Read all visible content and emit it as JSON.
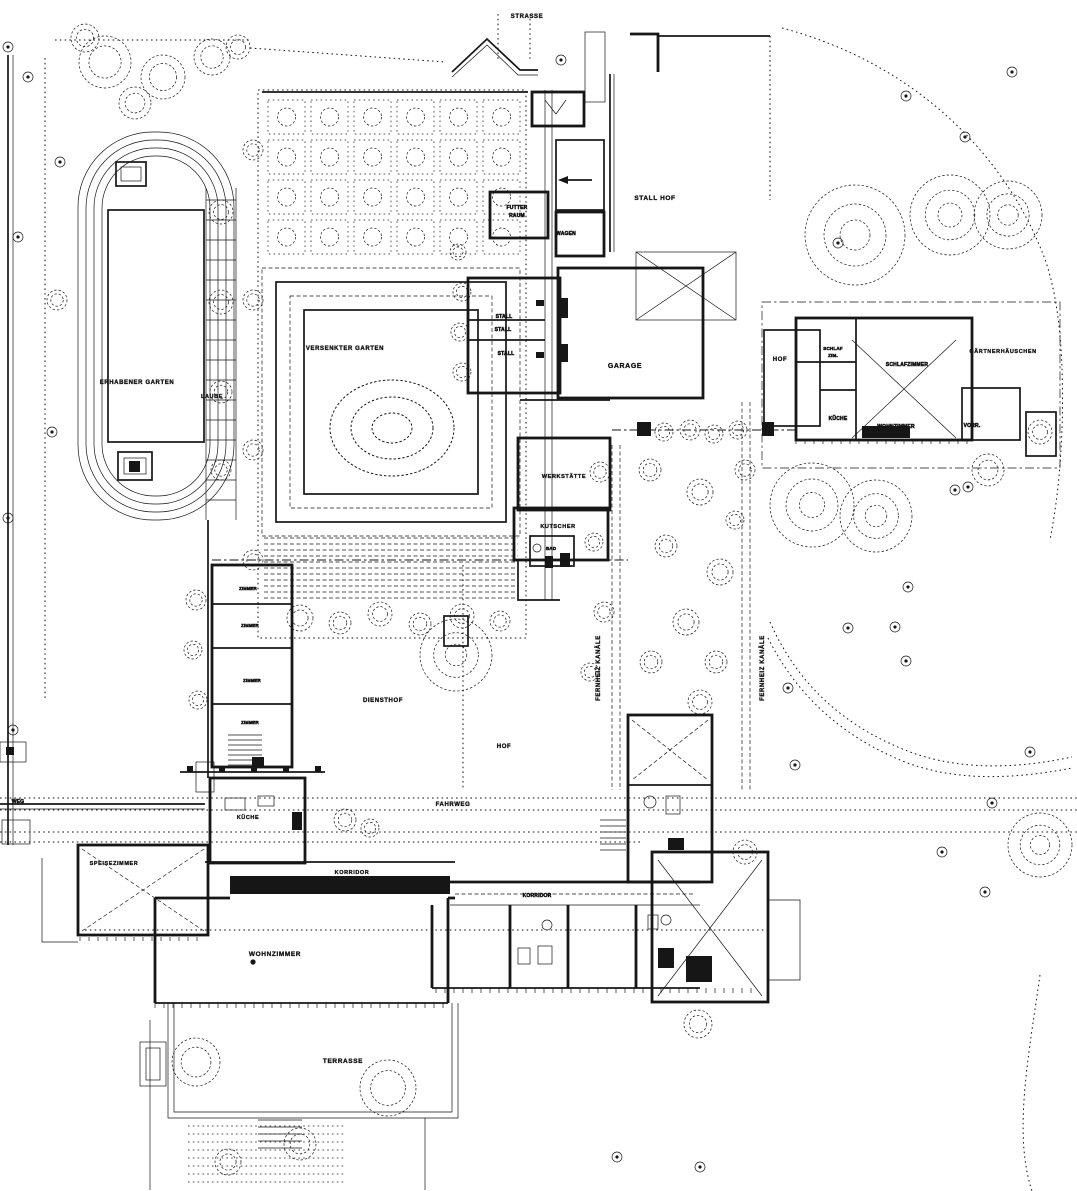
{
  "drawing": "site-plan",
  "colors": {
    "ink": "#161616",
    "paper": "#ffffff"
  },
  "labels": {
    "strasse": "STRASSE",
    "stall_hof": "STALL HOF",
    "futter_line1": "FUTTER",
    "futter_line2": "RAUM",
    "wagen": "WAGEN",
    "stall_1": "STALL",
    "stall_2": "STALL",
    "stall_3": "STALL",
    "garage": "GARAGE",
    "versenkter_garten": "VERSENKTER GARTEN",
    "erhabener_garten": "ERHABENER GARTEN",
    "laube": "LAUBE",
    "gaertnerhaeuschen": "GÄRTNERHÄUSCHEN",
    "hof_gaertner": "HOF",
    "schlaf_line1": "SCHLAF",
    "schlaf_line2": "ZIM.",
    "schlafzimmer": "SCHLAFZIMMER",
    "kueche_gaertner": "KÜCHE",
    "wohnzimmer_gaertner": "WOHNZIMMER",
    "vorrat": "VORR.",
    "werkstaette": "WERKSTÄTTE",
    "kutscher": "KUTSCHER",
    "bad": "BAD",
    "fernheiz_west": "FERNHEIZ KANÄLE",
    "fernheiz_ost": "FERNHEIZ KANÄLE",
    "diensthof": "DIENSTHOF",
    "hof_court": "HOF",
    "weg": "WEG",
    "fahrweg": "FAHRWEG",
    "kueche_haus": "KÜCHE",
    "speisezimmer": "SPEISEZIMMER",
    "korridor_nord": "KORRIDOR",
    "korridor_sued": "KORRIDOR",
    "wohnzimmer_haus": "WOHNZIMMER",
    "terrasse": "TERRASSE",
    "zimmer_1": "ZIMMER",
    "zimmer_2": "ZIMMER",
    "zimmer_3": "ZIMMER",
    "zimmer_4": "ZIMMER"
  }
}
